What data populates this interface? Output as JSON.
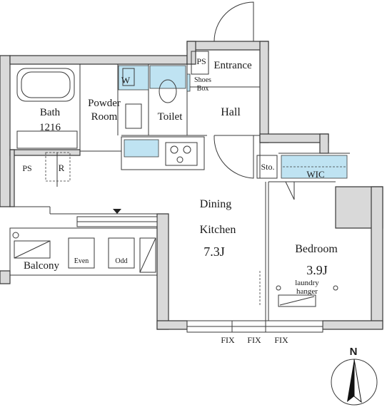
{
  "rooms": {
    "bath": "Bath",
    "bath_size": "1216",
    "powder_room_line1": "Powder",
    "powder_room_line2": "Room",
    "toilet": "Toilet",
    "w": "W",
    "ps_top": "PS",
    "entrance": "Entrance",
    "shoes_box_line1": "Shoes",
    "shoes_box_line2": "Box",
    "hall": "Hall",
    "ps_left": "PS",
    "r": "R",
    "storage": "Sto.",
    "wic": "WIC",
    "dining": "Dining",
    "kitchen": "Kitchen",
    "dk_size": "7.3J",
    "bedroom": "Bedroom",
    "bedroom_size": "3.9J",
    "laundry_line1": "laundry",
    "laundry_line2": "hanger",
    "balcony": "Balcony",
    "even": "Even",
    "odd": "Odd",
    "fix1": "FIX",
    "fix2": "FIX",
    "fix3": "FIX"
  },
  "compass": {
    "label": "N"
  },
  "colors": {
    "wall": "#d9d9d9",
    "fixture_blue": "#bfe3f2",
    "line": "#3a3a3a"
  }
}
